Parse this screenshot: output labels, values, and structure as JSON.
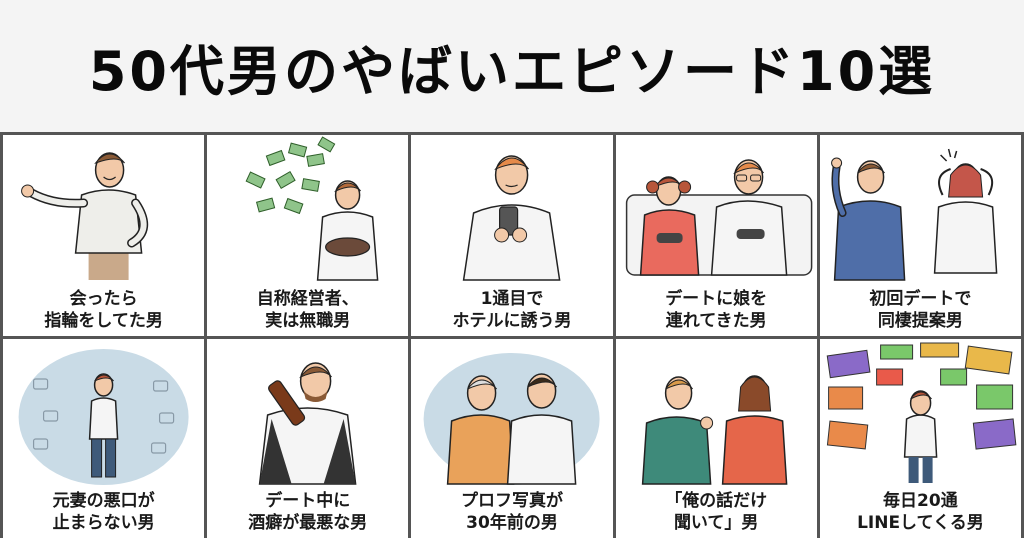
{
  "title": "50代男のやばいエピソード10選",
  "episodes": [
    {
      "line1": "会ったら",
      "line2": "指輪をしてた男"
    },
    {
      "line1": "自称経営者、",
      "line2": "実は無職男"
    },
    {
      "line1": "1通目で",
      "line2": "ホテルに誘う男"
    },
    {
      "line1": "デートに娘を",
      "line2": "連れてきた男"
    },
    {
      "line1": "初回デートで",
      "line2": "同棲提案男"
    },
    {
      "line1": "元妻の悪口が",
      "line2": "止まらない男"
    },
    {
      "line1": "デート中に",
      "line2": "酒癖が最悪な男"
    },
    {
      "line1": "プロフ写真が",
      "line2": "30年前の男"
    },
    {
      "line1": "「俺の話だけ",
      "line2": "聞いて」男"
    },
    {
      "line1": "毎日20通",
      "line2": "LINEしてくる男"
    }
  ],
  "colors": {
    "border": "#555555",
    "cell_bg": "#ffffff",
    "page_bg": "#f4f4f4",
    "text": "#111111"
  }
}
